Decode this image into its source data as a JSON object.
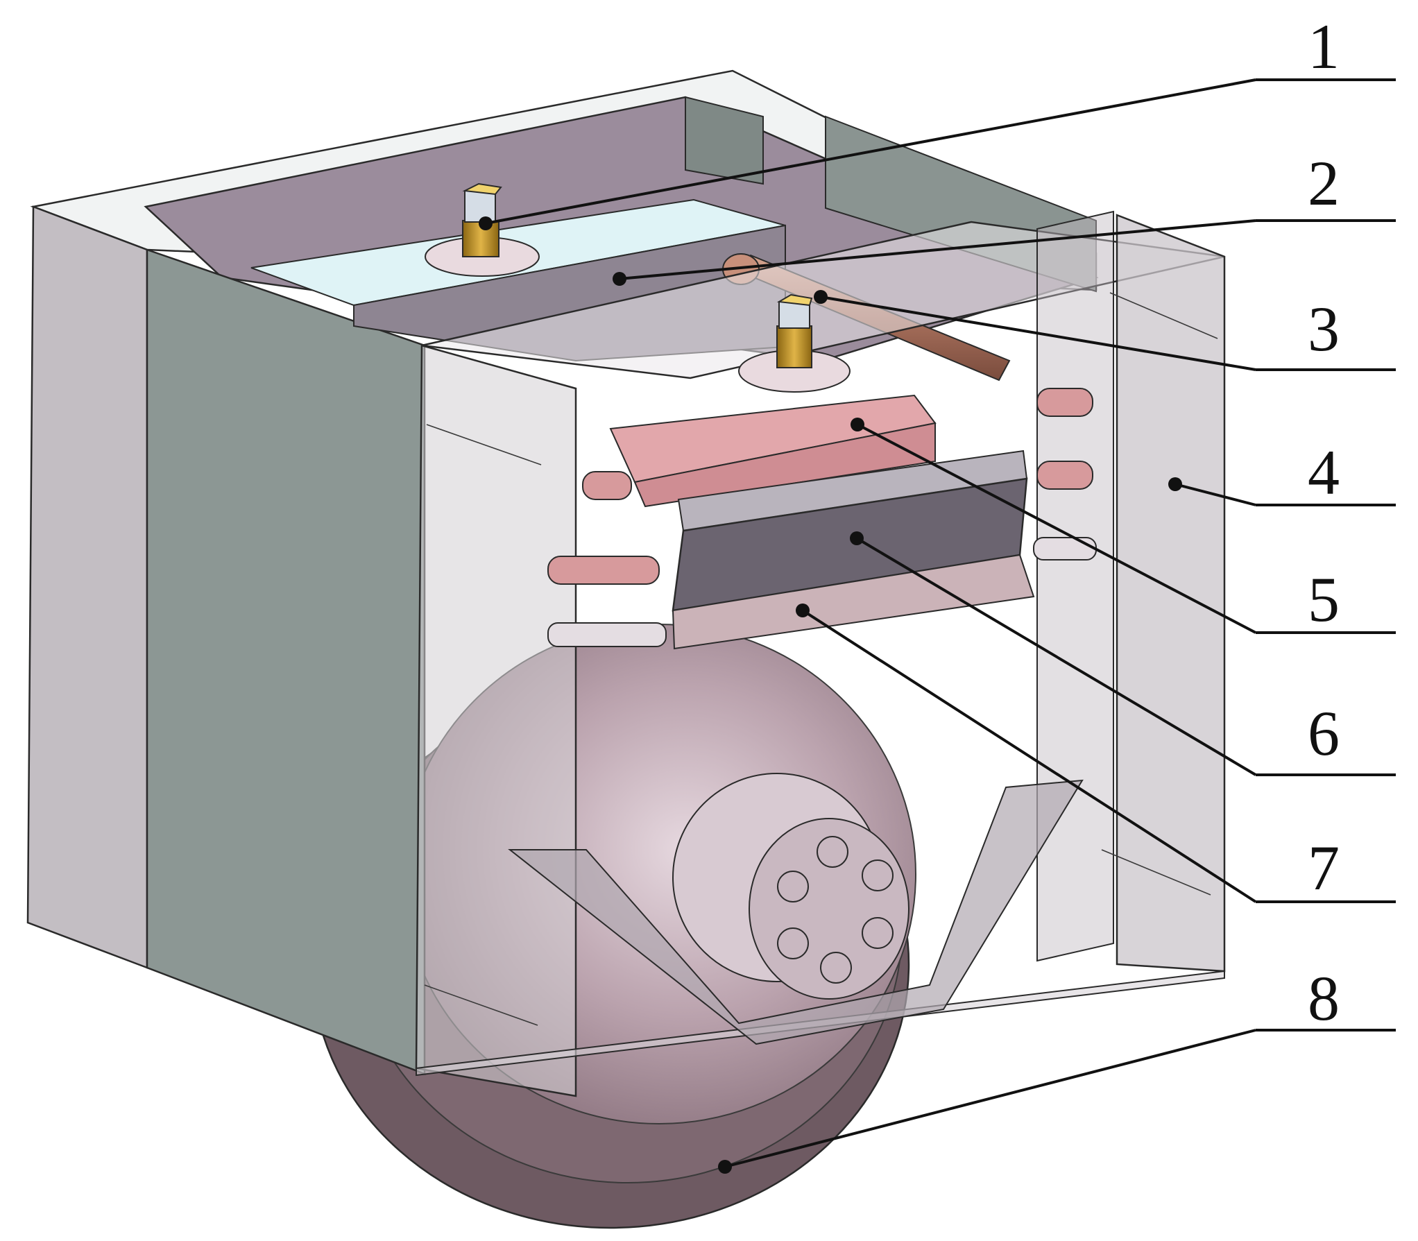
{
  "callouts": [
    {
      "number": "1",
      "part": "sensor-on-top-plate"
    },
    {
      "number": "2",
      "part": "top-plate"
    },
    {
      "number": "3",
      "part": "guide-rod"
    },
    {
      "number": "4",
      "part": "housing-frame"
    },
    {
      "number": "5",
      "part": "upper-clamp-block"
    },
    {
      "number": "6",
      "part": "spring-pad"
    },
    {
      "number": "7",
      "part": "axle-box"
    },
    {
      "number": "8",
      "part": "wheel"
    }
  ],
  "colors": {
    "housing_light": "#d3ced3",
    "housing_side": "#c6c1c6",
    "housing_front": "#8c9794",
    "housing_top": "#f1f3f3",
    "cavity_purple": "#9b8c9c",
    "plate_light": "#dff3f6",
    "plate_dark": "#8e8592",
    "wheel_dark": "#6e5a62",
    "wheel_mid": "#a9929d",
    "wheel_light": "#d9c9d2",
    "copper": "#b87f69",
    "pink_block": "#e2a7ab",
    "sensor_gold": "#c99a2e",
    "sensor_yellow": "#f1d36d",
    "pad_dark": "#6b6470"
  }
}
